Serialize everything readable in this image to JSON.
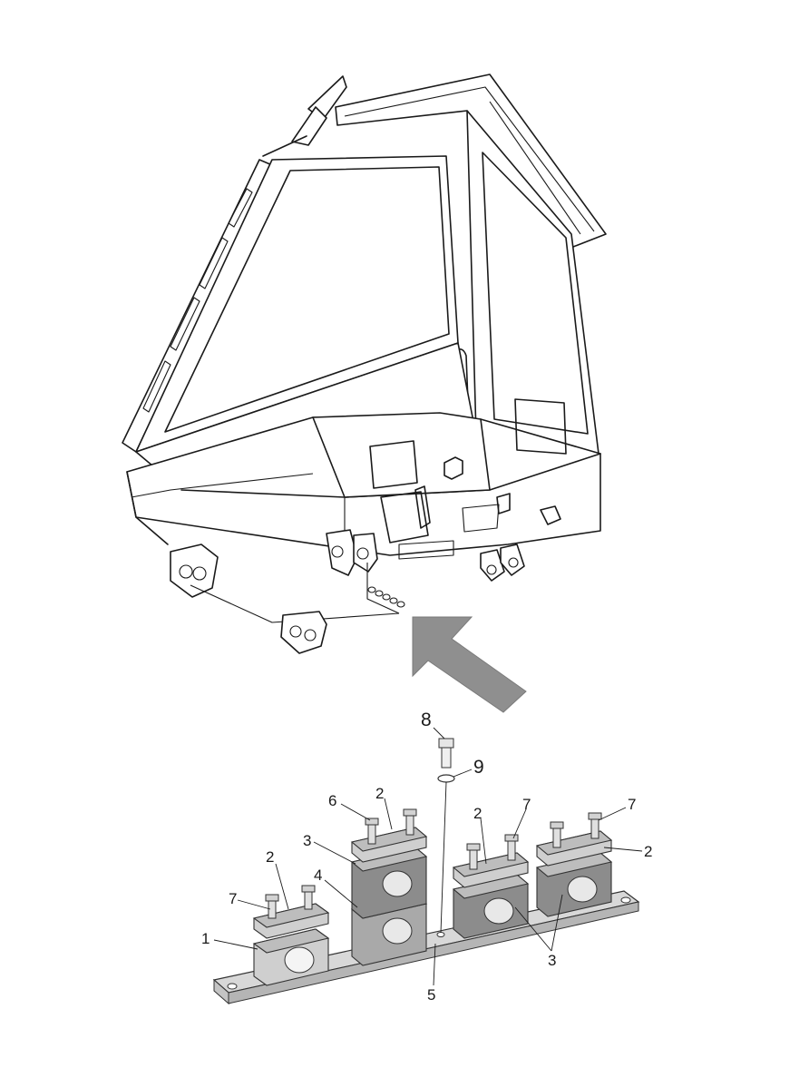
{
  "callouts": {
    "c8": "8",
    "c9": "9",
    "c6": "6",
    "c2a": "2",
    "c3a": "3",
    "c2b": "2",
    "c7a": "7",
    "c7b": "7",
    "c4": "4",
    "c2c": "2",
    "c2d": "2",
    "c7c": "7",
    "c1": "1",
    "c5": "5",
    "c3b": "3"
  }
}
